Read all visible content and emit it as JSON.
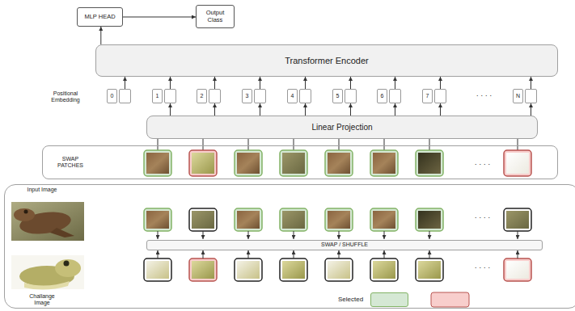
{
  "diagram": {
    "nodes": [
      {
        "text": [
          "MLP HEAD"
        ]
      },
      {
        "text": [
          "Output Class"
        ]
      },
      {
        "text": [
          "Transformer Encoder"
        ]
      },
      {
        "text": [
          "0"
        ]
      },
      {
        "text": [
          "1"
        ]
      },
      {
        "text": [
          "2"
        ]
      },
      {
        "text": [
          "3"
        ]
      },
      {
        "text": [
          "4"
        ]
      },
      {
        "text": [
          "5"
        ]
      },
      {
        "text": [
          "6"
        ]
      },
      {
        "text": [
          "7"
        ]
      },
      {
        "text": [
          "N"
        ]
      },
      {
        "text": [
          "Linear Projection"
        ]
      },
      {
        "text": [
          "SWAP PATCHES"
        ]
      },
      {
        "text": [
          "Input Image",
          "Challange Image"
        ]
      },
      {
        "text": [
          "SWAP / SHUFFLE"
        ],
        "in": 14
      }
    ],
    "edges": [
      {
        "from": 2,
        "to": 0,
        "arrow": "to"
      },
      {
        "from": 0,
        "to": 1,
        "arrow": "to"
      },
      {
        "from": 3,
        "to": 2,
        "arrow": "to"
      },
      {
        "from": 4,
        "to": 2,
        "arrow": "to"
      },
      {
        "from": 5,
        "to": 2,
        "arrow": "to"
      },
      {
        "from": 6,
        "to": 2,
        "arrow": "to"
      },
      {
        "from": 7,
        "to": 2,
        "arrow": "to"
      },
      {
        "from": 8,
        "to": 2,
        "arrow": "to"
      },
      {
        "from": 9,
        "to": 2,
        "arrow": "to"
      },
      {
        "from": 10,
        "to": 2,
        "arrow": "to"
      },
      {
        "from": 11,
        "to": 2,
        "arrow": "to"
      },
      {
        "from": 12,
        "to": 4,
        "arrow": "to"
      },
      {
        "from": 12,
        "to": 5,
        "arrow": "to"
      },
      {
        "from": 12,
        "to": 6,
        "arrow": "to"
      },
      {
        "from": 12,
        "to": 7,
        "arrow": "to"
      },
      {
        "from": 12,
        "to": 8,
        "arrow": "to"
      },
      {
        "from": 12,
        "to": 9,
        "arrow": "to"
      },
      {
        "from": 12,
        "to": 10,
        "arrow": "to"
      },
      {
        "from": 12,
        "to": 11,
        "arrow": "to"
      }
    ],
    "labels": [
      "Positional Embedding",
      "....",
      "....",
      "....",
      "...."
    ],
    "legend": [
      {
        "text": "Selected",
        "color": "#d5e8d4"
      }
    ]
  }
}
